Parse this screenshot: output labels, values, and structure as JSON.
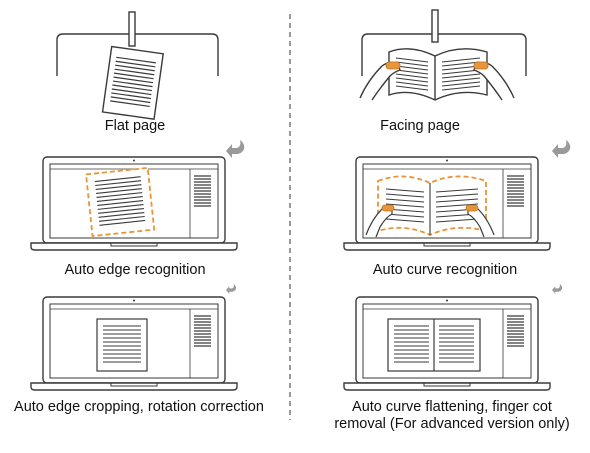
{
  "colors": {
    "line": "#3a3a3a",
    "accent": "#e8943a",
    "divider": "#555555",
    "arrow": "#9a9a9a"
  },
  "left": {
    "step1_caption": "Flat page",
    "step2_caption": "Auto edge recognition",
    "step3_caption": "Auto edge cropping, rotation correction"
  },
  "right": {
    "step1_caption": "Facing page",
    "step2_caption": "Auto curve recognition",
    "step3_caption": "Auto curve flattening, finger cot removal (For advanced version only)"
  },
  "icons": {
    "step_arrow": "curved-arrow-icon"
  }
}
